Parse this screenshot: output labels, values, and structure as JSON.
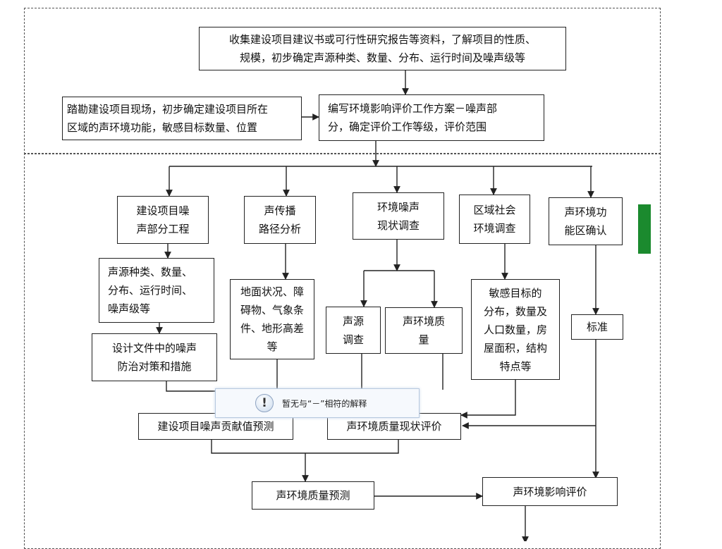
{
  "boxes": {
    "collect": "收集建设项目建议书或可行性研究报告等资料，了解项目的性质、\n规模，初步确定声源种类、数量、分布、运行时间及噪声级等",
    "survey": "踏勘建设项目现场，初步确定建设项目所在\n区域的声环境功能，敏感目标数量、位置",
    "plan": "编写环境影响评价工作方案－噪声部\n分，确定评价工作等级，评价范围",
    "engineering": "建设项目噪\n声部分工程",
    "propagation": "声传播\n路径分析",
    "current_survey": "环境噪声\n现状调查",
    "social": "区域社会\n环境调查",
    "function_zone": "声环境功\n能区确认",
    "source_types": "声源种类、数量、\n分布、运行时间、\n噪声级等",
    "ground": "地面状况、障\n碍物、气象条\n件、地形高差\n等",
    "source_survey": "声源\n调查",
    "quality": "声环境质\n量",
    "sensitive": "敏感目标的\n分布，数量及\n人口数量，房\n屋面积，结构\n特点等",
    "standard": "标准",
    "design": "设计文件中的噪声\n防治对策和措施",
    "contribution": "建设项目噪声贡献值预测",
    "current_eval": "声环境质量现状评价",
    "prediction": "声环境质量预测",
    "impact_eval": "声环境影响评价"
  },
  "popup": {
    "icon": "!",
    "message": "暂无与“－”相符的解释"
  },
  "colors": {
    "accent_green": "#1b8a2e",
    "line": "#222222"
  }
}
